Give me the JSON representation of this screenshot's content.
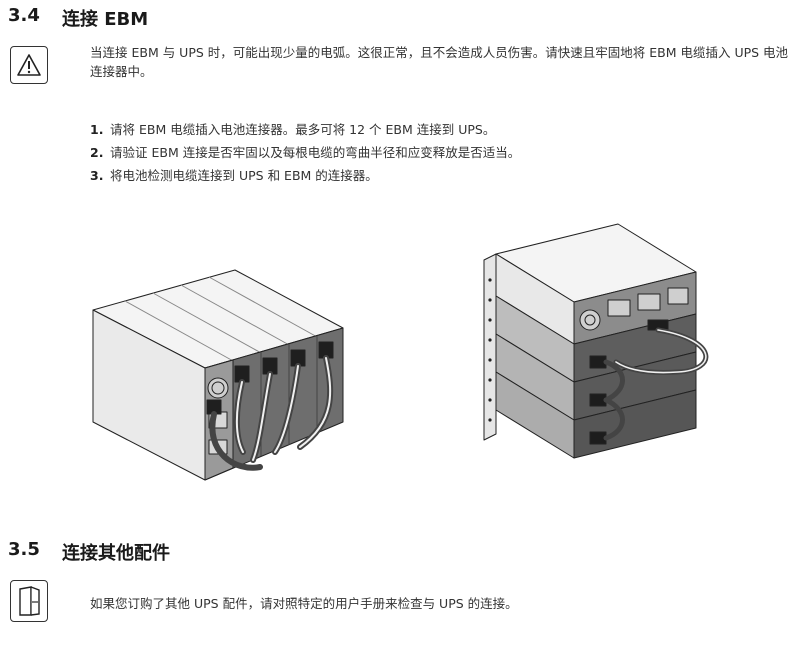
{
  "section_34": {
    "number": "3.4",
    "title": "连接 EBM",
    "warning_text": "当连接 EBM 与 UPS 时，可能出现少量的电弧。这很正常，且不会造成人员伤害。请快速且牢固地将 EBM 电缆插入 UPS 电池连接器中。",
    "steps": [
      {
        "num": "1.",
        "text": "请将 EBM 电缆插入电池连接器。最多可将 12 个 EBM 连接到 UPS。"
      },
      {
        "num": "2.",
        "text": "请验证 EBM 连接是否牢固以及每根电缆的弯曲半径和应变释放是否适当。"
      },
      {
        "num": "3.",
        "text": "将电池检测电缆连接到 UPS 和 EBM 的连接器。"
      }
    ]
  },
  "section_35": {
    "number": "3.5",
    "title": "连接其他配件",
    "note_text": "如果您订购了其他 UPS 配件，请对照特定的用户手册来检查与 UPS 的连接。"
  },
  "icons": {
    "warning": "warning-triangle-icon",
    "manual": "manual-booklet-icon"
  }
}
